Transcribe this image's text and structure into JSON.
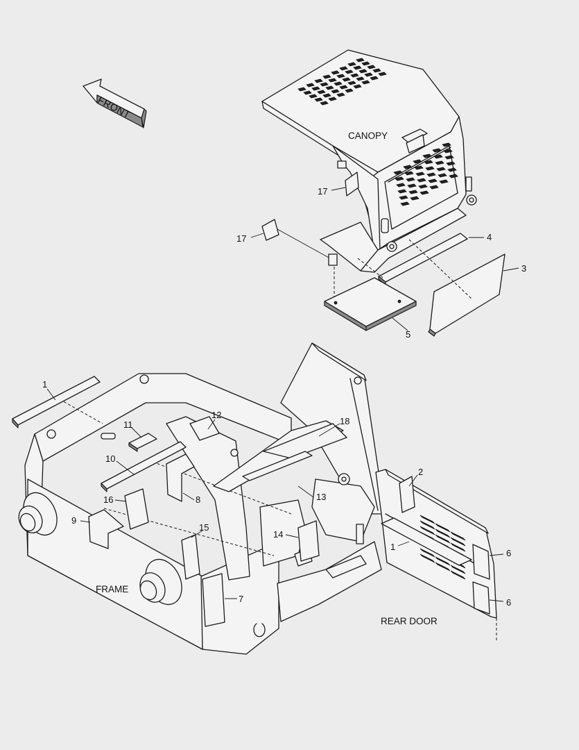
{
  "front_label": "FRONT",
  "assembly_labels": {
    "canopy": "CANOPY",
    "frame": "FRAME",
    "rear_door": "REAR DOOR"
  },
  "callouts": {
    "c17a": "17",
    "c17b": "17",
    "c4": "4",
    "c3": "3",
    "c5": "5",
    "c1a": "1",
    "c11": "11",
    "c12": "12",
    "c18": "18",
    "c10": "10",
    "c2": "2",
    "c16": "16",
    "c8": "8",
    "c13": "13",
    "c9": "9",
    "c15": "15",
    "c14": "14",
    "c1b": "1",
    "c6a": "6",
    "c7": "7",
    "c6b": "6"
  }
}
